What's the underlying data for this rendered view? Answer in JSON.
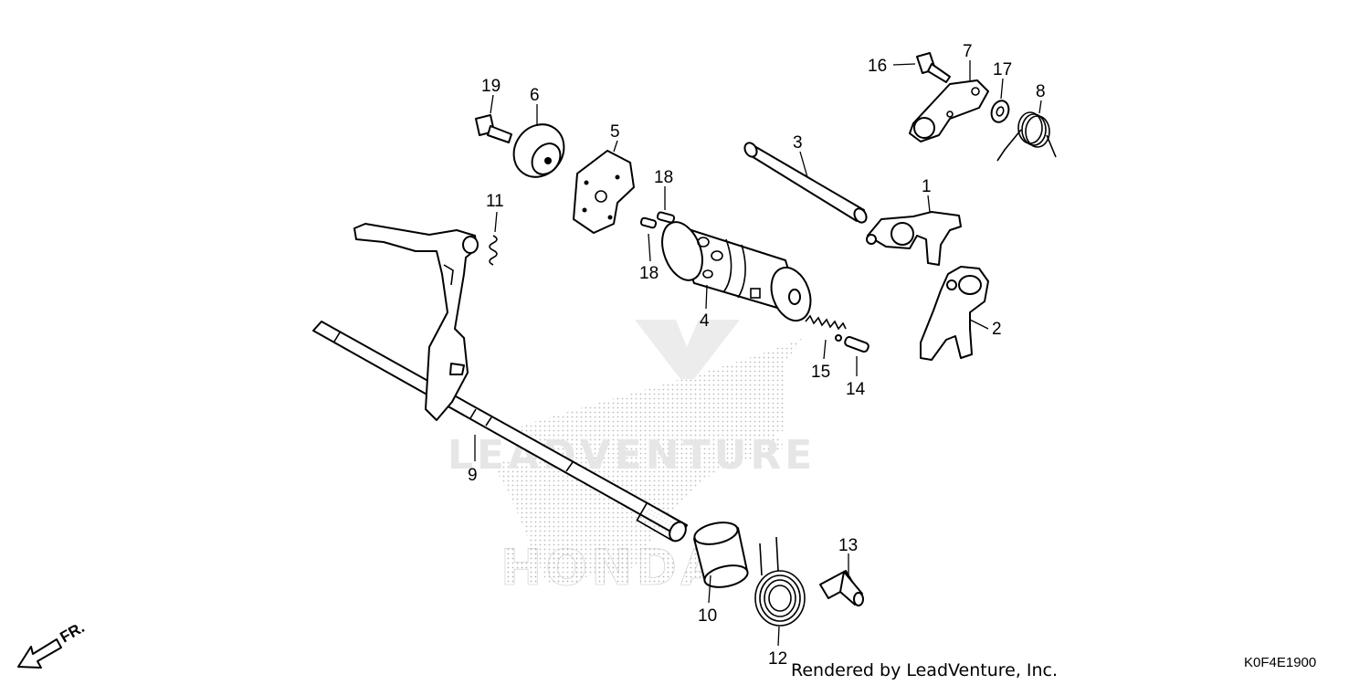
{
  "diagram": {
    "callouts": [
      "1",
      "2",
      "3",
      "4",
      "5",
      "6",
      "7",
      "8",
      "9",
      "10",
      "11",
      "12",
      "13",
      "14",
      "15",
      "16",
      "17",
      "18",
      "18",
      "19"
    ],
    "front_indicator": "FR.",
    "watermark": {
      "brand_a": "LEADVENTURE",
      "brand_b": "HONDA"
    },
    "footer": {
      "rendered_by": "Rendered by LeadVenture, Inc.",
      "diagram_code": "K0F4E1900"
    }
  }
}
